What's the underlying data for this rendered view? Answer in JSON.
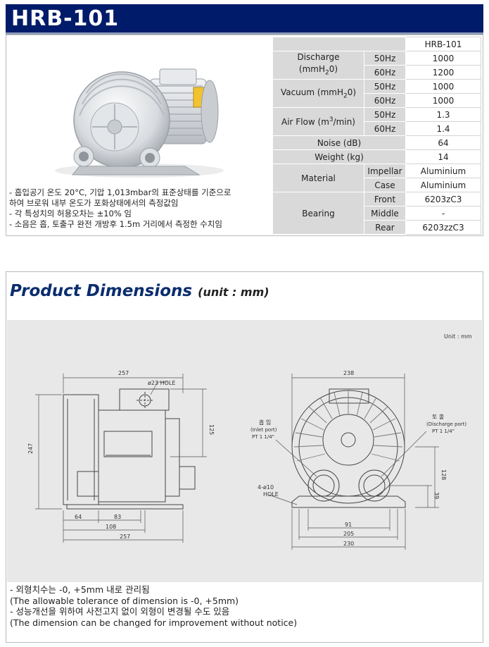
{
  "title": "HRB-101",
  "spec": {
    "model_header": "HRB-101",
    "discharge_label": "Discharge",
    "discharge_unit_a": "(mmH",
    "discharge_unit_sub": "2",
    "discharge_unit_b": "0)",
    "vacuum_label_a": "Vacuum (mmH",
    "vacuum_label_sub": "2",
    "vacuum_label_b": "0)",
    "airflow_label_a": "Air Flow (m",
    "airflow_label_sup": "3",
    "airflow_label_b": "/min)",
    "hz50": "50Hz",
    "hz60": "60Hz",
    "discharge_50": "1000",
    "discharge_60": "1200",
    "vacuum_50": "1000",
    "vacuum_60": "1000",
    "airflow_50": "1.3",
    "airflow_60": "1.4",
    "noise_label": "Noise (dB)",
    "noise_value": "64",
    "weight_label": "Weight (kg)",
    "weight_value": "14",
    "material_label": "Material",
    "impellar_label": "Impellar",
    "impellar_value": "Aluminium",
    "case_label": "Case",
    "case_value": "Aluminium",
    "bearing_label": "Bearing",
    "front_label": "Front",
    "front_value": "6203zC3",
    "middle_label": "Middle",
    "middle_value": "-",
    "rear_label": "Rear",
    "rear_value": "6203zzC3"
  },
  "notes_top": [
    "- 흡입공기 온도 20°C, 기압 1,013mbar의 표준상태를 기준으로",
    "  하여 브로워 내부 온도가 포화상태에서의 측정값임",
    "- 각 특성치의 허용오차는 ±10% 임",
    "- 소음은 흡, 토출구 완전 개방후 1.5m 거리에서 측정한 수치임"
  ],
  "dimensions": {
    "heading": "Product Dimensions",
    "unit": "(unit : mm)",
    "drawing": {
      "unit_label": "Unit : mm",
      "side": {
        "w_top": "257",
        "hole": "ø23 HOLE",
        "h125": "125",
        "h247": "247",
        "d64": "64",
        "d83": "83",
        "d108": "108",
        "w_bottom": "257"
      },
      "front": {
        "w238": "238",
        "inlet_kr": "흡 입",
        "inlet_en": "(Inlet port)",
        "inlet_size": "PT 1 1/4\"",
        "outlet_kr": "토 출",
        "outlet_en": "(Discharge port)",
        "outlet_size": "PT 1 1/4\"",
        "h128": "128",
        "h39": "39",
        "holes": "4-ø10",
        "holes_label": "HOLE",
        "w91": "91",
        "w205": "205",
        "w230": "230"
      }
    }
  },
  "notes_bottom": [
    "- 외형치수는 -0, +5mm 내로 관리됨",
    "(The allowable tolerance of dimension is -0, +5mm)",
    "- 성능개선을 위하여 사전고지 없이 외형이 변경될 수도 있음",
    "(The dimension can be changed for improvement without notice)"
  ]
}
